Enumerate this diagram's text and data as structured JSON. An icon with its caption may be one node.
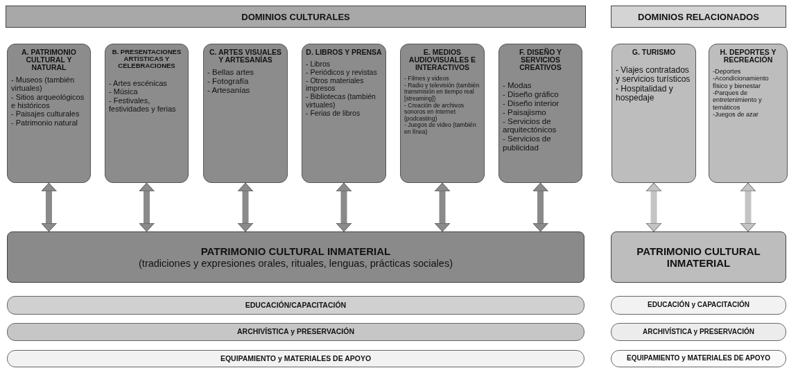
{
  "diagram": {
    "nodes": [
      {
        "text": [
          "DOMINIOS CULTURALES"
        ]
      },
      {
        "text": [
          "DOMINIOS RELACIONADOS"
        ]
      },
      {
        "text": [
          "A. PATRIMONIO CULTURAL Y NATURAL",
          "- Museos (también virtuales)",
          "- Sitios arqueológicos e históricos",
          "- Paisajes culturales",
          "- Patrimonio natural"
        ]
      },
      {
        "text": [
          "B. PRESENTACIONES ARTÍSTICAS Y CELEBRACIONES",
          "- Artes escénicas",
          "- Música",
          "- Festivales, festividades y ferias"
        ]
      },
      {
        "text": [
          "C. ARTES VISUALES Y ARTESANÍAS",
          "- Bellas artes",
          "- Fotografía",
          "- Artesanías"
        ]
      },
      {
        "text": [
          "D. LIBROS Y PRENSA",
          "- Libros",
          "- Periódicos y revistas",
          "- Otros materiales impresos",
          "- Bibliotecas (también virtuales)",
          "- Ferias de libros"
        ]
      },
      {
        "text": [
          "E. MEDIOS AUDIOVISUALES E INTERACTIVOS",
          "- Filmes y videos",
          "- Radio y televisión (también transmisión en tiempo real [streaming])",
          "- Creación de archivos sonoros en Internet (podcasting)",
          "- Juegos de video (también en línea)"
        ]
      },
      {
        "text": [
          "F. DISEÑO Y SERVICIOS CREATIVOS",
          "- Modas",
          "- Diseño gráfico",
          "- Diseño interior",
          "- Paisajismo",
          "- Servicios de arquitectónicos",
          "- Servicios de publicidad"
        ]
      },
      {
        "text": [
          "G. TURISMO",
          "- Viajes contratados y servicios turísticos",
          "- Hospitalidad y hospedaje"
        ]
      },
      {
        "text": [
          "H. DEPORTES Y RECREACIÓN",
          "-Deportes",
          "-Acondicionamiento físico y bienestar",
          "-Parques de entretenimiento y temáticos",
          "-Juegos de azar"
        ]
      },
      {
        "text": [
          "PATRIMONIO CULTURAL INMATERIAL",
          "(tradiciones y expresiones orales, rituales, lenguas, prácticas sociales)"
        ]
      },
      {
        "text": [
          "PATRIMONIO CULTURAL INMATERIAL"
        ]
      },
      {
        "text": [
          "EDUCACIÓN/CAPACITACIÓN"
        ]
      },
      {
        "text": [
          "ARCHIVÍSTICA y PRESERVACIÓN"
        ]
      },
      {
        "text": [
          "EQUIPAMIENTO y MATERIALES DE APOYO"
        ]
      },
      {
        "text": [
          "EDUCACIÓN y CAPACITACIÓN"
        ]
      },
      {
        "text": [
          "ARCHIVÍSTICA y PRESERVACIÓN"
        ]
      },
      {
        "text": [
          "EQUIPAMIENTO y MATERIALES DE APOYO"
        ]
      }
    ],
    "edges": [
      {
        "from": 2,
        "to": 10,
        "arrow": "both"
      },
      {
        "from": 3,
        "to": 10,
        "arrow": "both"
      },
      {
        "from": 4,
        "to": 10,
        "arrow": "both"
      },
      {
        "from": 5,
        "to": 10,
        "arrow": "both"
      },
      {
        "from": 6,
        "to": 10,
        "arrow": "both"
      },
      {
        "from": 7,
        "to": 10,
        "arrow": "both"
      },
      {
        "from": 8,
        "to": 11,
        "arrow": "both",
        "color": "#c4c4c4"
      },
      {
        "from": 9,
        "to": 11,
        "arrow": "both",
        "color": "#c4c4c4"
      }
    ]
  }
}
